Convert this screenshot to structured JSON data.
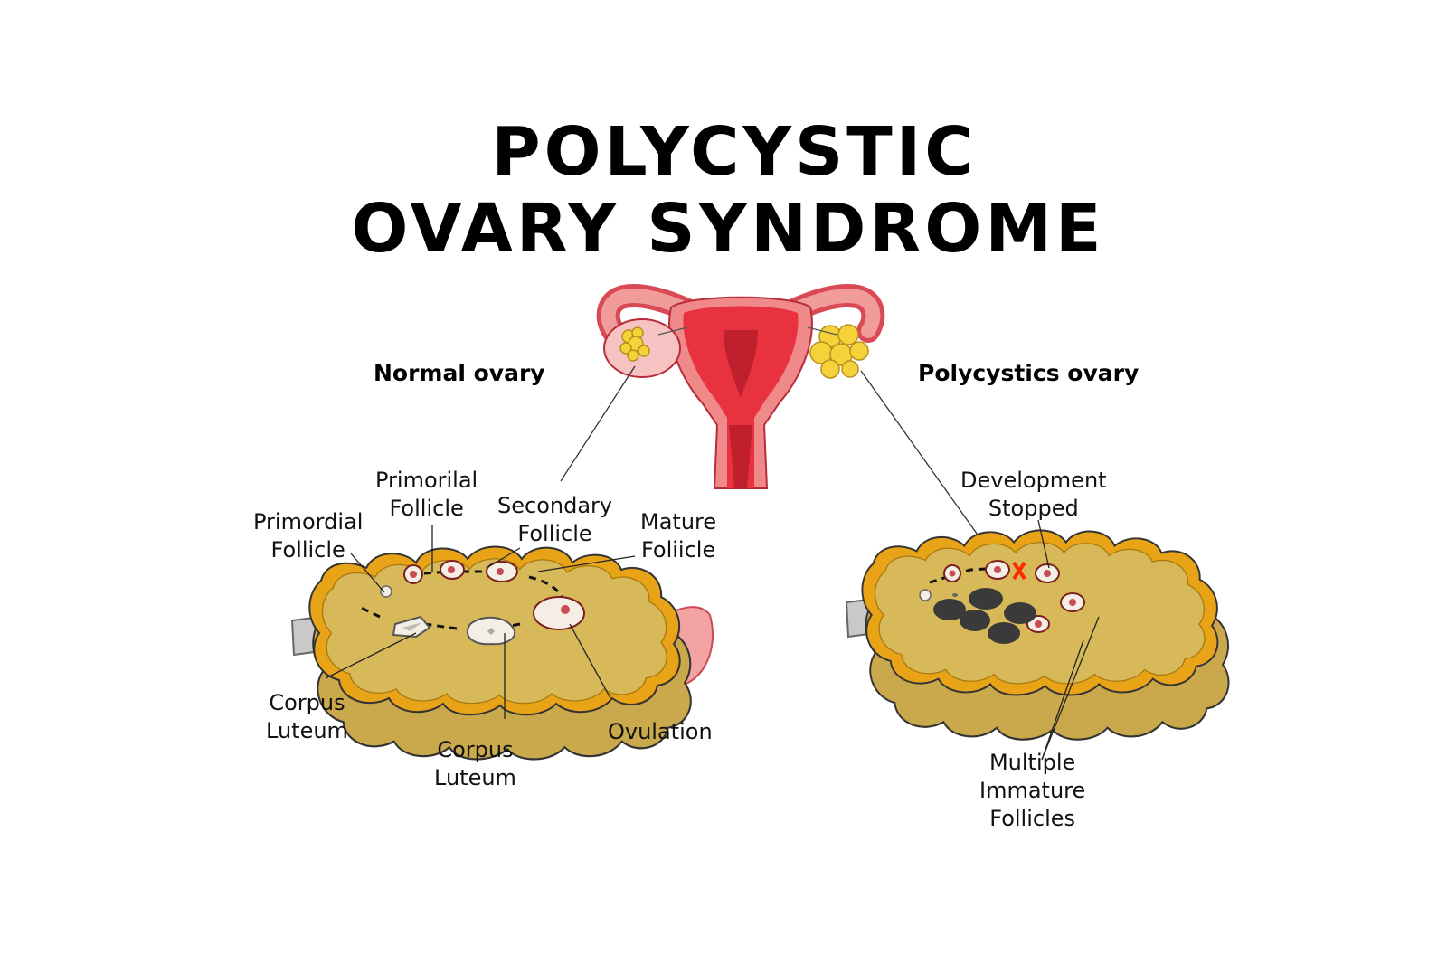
{
  "title": {
    "line1": "POLYCYSTIC",
    "line2": "OVARY SYNDROME"
  },
  "normal": {
    "heading": "Normal ovary",
    "labels": {
      "primordial": [
        "Primordial",
        "Follicle"
      ],
      "primorilal": [
        "Primorilal",
        "Follicle"
      ],
      "secondary": [
        "Secondary",
        "Follicle"
      ],
      "mature": [
        "Mature",
        "Foliicle"
      ],
      "corpus_left": [
        "Corpus",
        "Luteum"
      ],
      "corpus_center": [
        "Corpus",
        "Luteum"
      ],
      "ovulation": [
        "Ovulation"
      ]
    }
  },
  "polycystic": {
    "heading": "Polycystics ovary",
    "labels": {
      "stopped": [
        "Development",
        "Stopped"
      ],
      "immature": [
        "Multiple",
        "Immature",
        "Follicles"
      ]
    }
  },
  "colors": {
    "uterus": "#e8323f",
    "uterus_light": "#f08a8a",
    "ovary_fill": "#d8b95a",
    "ovary_outline": "#e8a317",
    "ovary_small": "#f5d23a",
    "ligament": "#f4a3a3",
    "stop_mark": "#ff2a00",
    "cyst": "#3a3a3a"
  }
}
